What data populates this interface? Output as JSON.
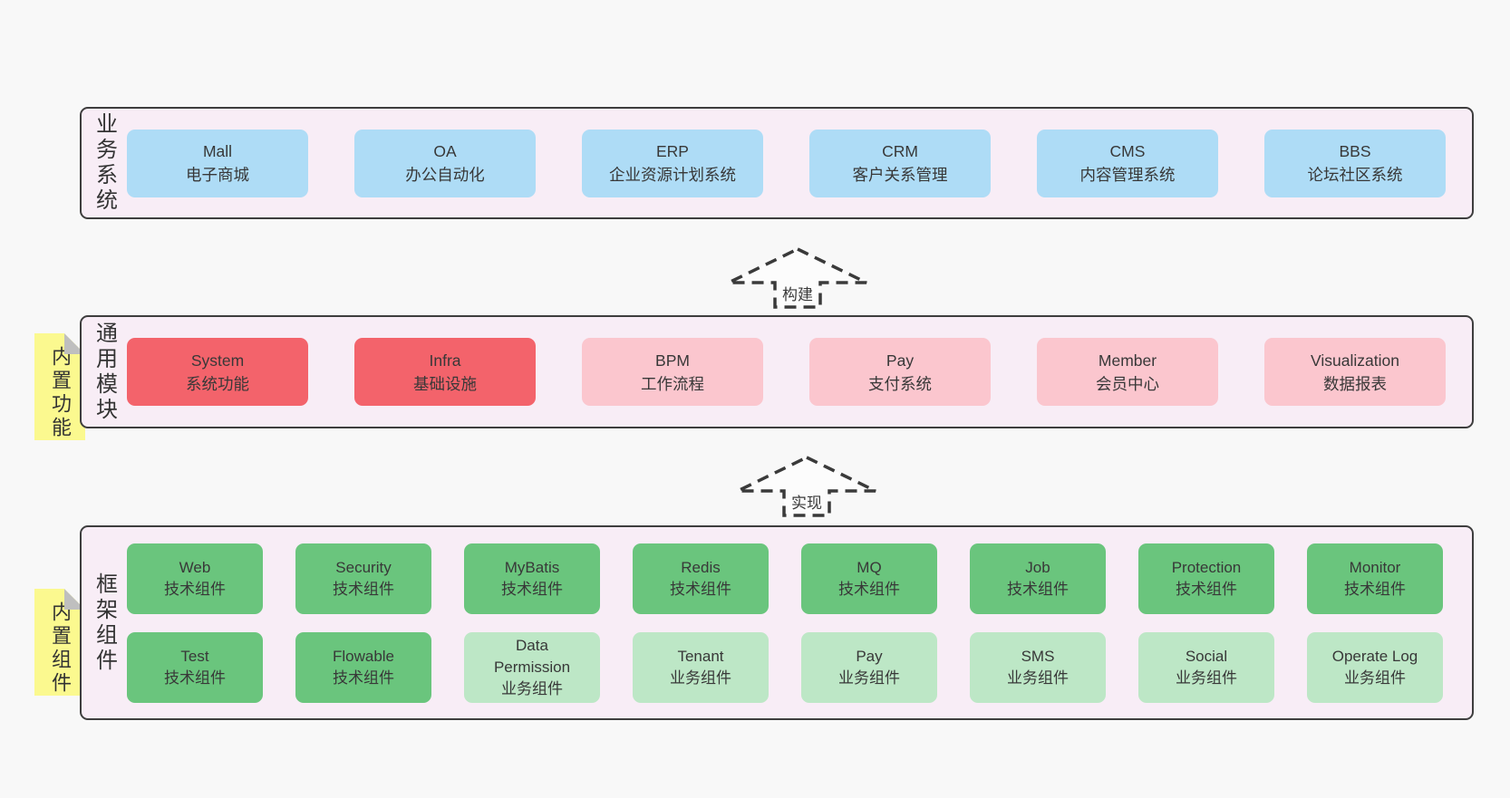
{
  "diagram_title": "framework-architecture-diagram",
  "colors": {
    "page_bg": "#f8f8f8",
    "band_bg": "#f8edf6",
    "band_border": "#3e3e3e",
    "blue_box": "#aedcf6",
    "red_box": "#f3636b",
    "pink_box": "#fbc6ce",
    "green_box": "#6ac57d",
    "green_light_box": "#bde7c6",
    "note_yellow": "#fbf98f",
    "note_fold_gray": "#bfbfbf",
    "text": "#383838"
  },
  "arrows": [
    {
      "label": "构建"
    },
    {
      "label": "实现"
    }
  ],
  "bands": [
    {
      "label": "业务系统",
      "boxes": [
        {
          "name": "Mall",
          "desc": "电子商城"
        },
        {
          "name": "OA",
          "desc": "办公自动化"
        },
        {
          "name": "ERP",
          "desc": "企业资源计划系统"
        },
        {
          "name": "CRM",
          "desc": "客户关系管理"
        },
        {
          "name": "CMS",
          "desc": "内容管理系统"
        },
        {
          "name": "BBS",
          "desc": "论坛社区系统"
        }
      ]
    },
    {
      "label": "通用模块",
      "note": "内置功能",
      "boxes": [
        {
          "name": "System",
          "desc": "系统功能"
        },
        {
          "name": "Infra",
          "desc": "基础设施"
        },
        {
          "name": "BPM",
          "desc": "工作流程"
        },
        {
          "name": "Pay",
          "desc": "支付系统"
        },
        {
          "name": "Member",
          "desc": "会员中心"
        },
        {
          "name": "Visualization",
          "desc": "数据报表"
        }
      ]
    },
    {
      "label": "框架组件",
      "note": "内置组件",
      "rows": [
        [
          {
            "name": "Web",
            "desc": "技术组件"
          },
          {
            "name": "Security",
            "desc": "技术组件"
          },
          {
            "name": "MyBatis",
            "desc": "技术组件"
          },
          {
            "name": "Redis",
            "desc": "技术组件"
          },
          {
            "name": "MQ",
            "desc": "技术组件"
          },
          {
            "name": "Job",
            "desc": "技术组件"
          },
          {
            "name": "Protection",
            "desc": "技术组件"
          },
          {
            "name": "Monitor",
            "desc": "技术组件"
          }
        ],
        [
          {
            "name": "Test",
            "desc": "技术组件"
          },
          {
            "name": "Flowable",
            "desc": "技术组件"
          },
          {
            "name": "Data Permission",
            "desc": "业务组件"
          },
          {
            "name": "Tenant",
            "desc": "业务组件"
          },
          {
            "name": "Pay",
            "desc": "业务组件"
          },
          {
            "name": "SMS",
            "desc": "业务组件"
          },
          {
            "name": "Social",
            "desc": "业务组件"
          },
          {
            "name": "Operate Log",
            "desc": "业务组件"
          }
        ]
      ]
    }
  ]
}
